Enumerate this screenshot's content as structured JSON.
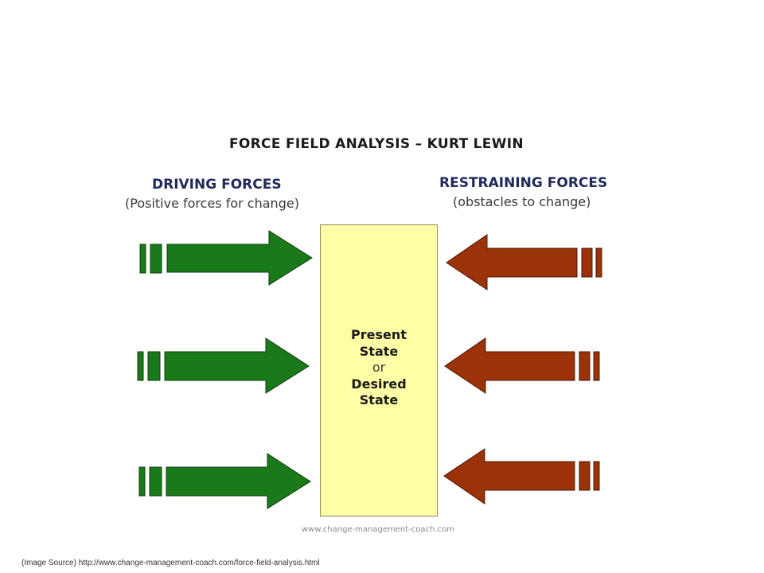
{
  "diagram": {
    "title": "FORCE FIELD ANALYSIS – KURT LEWIN",
    "driving": {
      "heading": "DRIVING FORCES",
      "subheading": "(Positive forces for change)",
      "color": "#1a7a1a",
      "arrow_count": 3
    },
    "restraining": {
      "heading": "RESTRAINING FORCES",
      "subheading": "(obstacles to change)",
      "color": "#9b3208",
      "arrow_count": 3
    },
    "state_box": {
      "line1": "Present",
      "line2": "State",
      "line3": "or",
      "line4": "Desired",
      "line5": "State",
      "color": "#fefea6"
    },
    "watermark": "www.change-management-coach.com"
  },
  "footer": {
    "image_source": "(Image Source) http://www.change-management-coach.com/force-field-analysis.html"
  }
}
